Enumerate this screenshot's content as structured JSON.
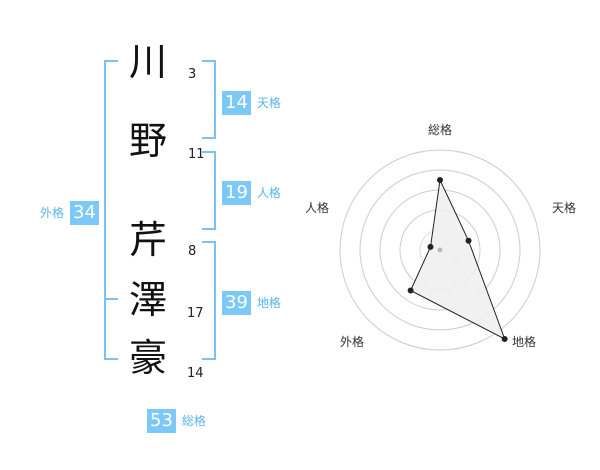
{
  "colors": {
    "accent": "#78c3f2",
    "badge_bg": "#7cc8f8",
    "label_text": "#5ab4ea"
  },
  "name": {
    "chars": [
      {
        "char": "川",
        "strokes": "3"
      },
      {
        "char": "野",
        "strokes": "11"
      },
      {
        "char": "芹",
        "strokes": "8"
      },
      {
        "char": "澤",
        "strokes": "17"
      },
      {
        "char": "豪",
        "strokes": "14"
      }
    ]
  },
  "fortunes": {
    "tenkaku": {
      "value": "14",
      "label": "天格"
    },
    "jinkaku": {
      "value": "19",
      "label": "人格"
    },
    "chikaku": {
      "value": "39",
      "label": "地格"
    },
    "gaikaku": {
      "value": "34",
      "label": "外格"
    },
    "soukaku": {
      "value": "53",
      "label": "総格"
    }
  },
  "radar": {
    "axes": [
      "総格",
      "天格",
      "地格",
      "外格",
      "人格"
    ],
    "levels": 5,
    "values": [
      3,
      1,
      5,
      2,
      0
    ]
  }
}
